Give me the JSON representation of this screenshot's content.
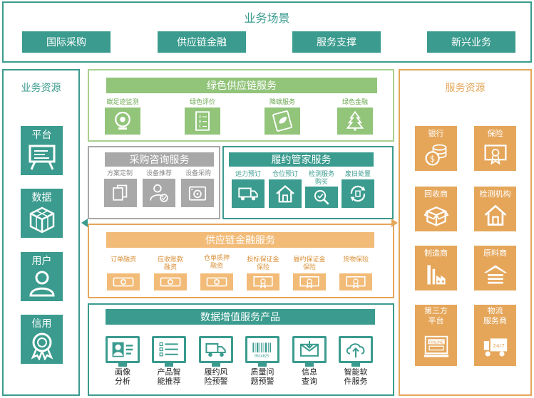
{
  "top": {
    "title": "业务场景",
    "scenes": [
      "国际采购",
      "供应链金融",
      "服务支撑",
      "新兴业务"
    ]
  },
  "left": {
    "title": "业务资源",
    "items": [
      "平台",
      "数据",
      "用户",
      "信用"
    ]
  },
  "right": {
    "title": "服务资源",
    "items": [
      "银行",
      "保险",
      "回收商",
      "检测机构",
      "制造商",
      "原料商",
      "第三方\n平台",
      "物流\n服务商"
    ],
    "online_label": "ONLINE"
  },
  "green": {
    "title": "绿色供应链服务",
    "items": [
      "碳足迹监测",
      "绿色评价",
      "降碳服务",
      "绿色金融"
    ]
  },
  "procure": {
    "title": "采购咨询服务",
    "items": [
      "方案定制",
      "设备推荐",
      "设备采购"
    ]
  },
  "fulfill": {
    "title": "履约管家服务",
    "items": [
      "运力预订",
      "仓位预订",
      "检测服务\n购买",
      "废旧处置"
    ]
  },
  "finance": {
    "title": "供应链金融服务",
    "items": [
      "订单融资",
      "应收账款\n融资",
      "仓单质押\n融资",
      "投标保证金\n保险",
      "履约保证金\n保险",
      "货物保险"
    ]
  },
  "data": {
    "title": "数据增值服务产品",
    "items": [
      "画像\n分析",
      "产品智\n能推荐",
      "履约风\n险预警",
      "质量问\n题预警",
      "信息\n查询",
      "智能软\n件服务"
    ],
    "barcode_text": "0614025"
  },
  "colors": {
    "teal": "#3a9b8e",
    "green_border": "#a8d08d",
    "green_fill": "#92c47a",
    "gray": "#a8a8a8",
    "orange": "#e5a65a",
    "orange_light": "#f2bb78"
  }
}
